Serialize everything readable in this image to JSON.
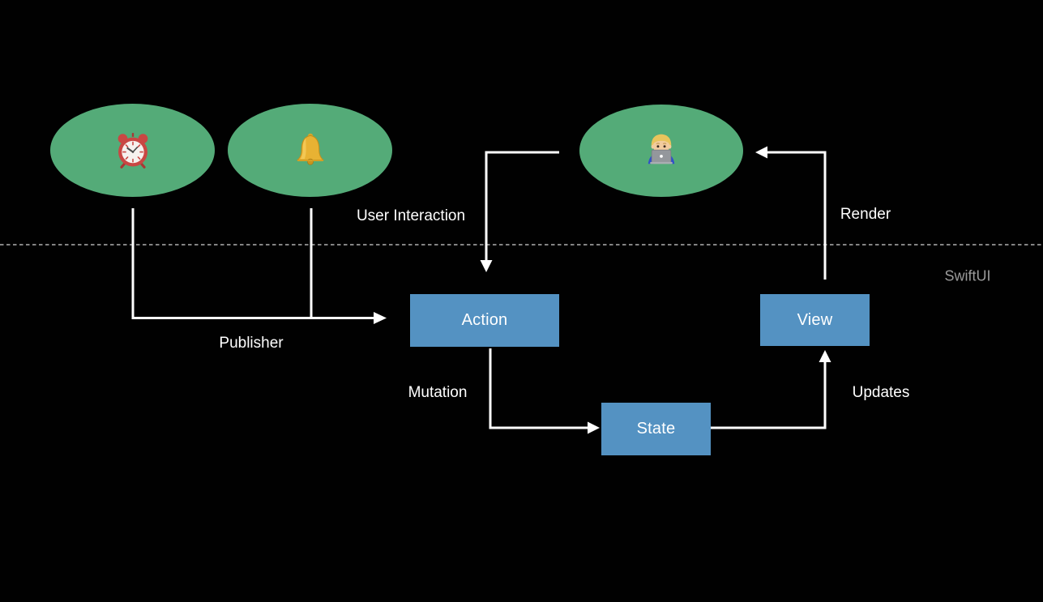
{
  "diagram": {
    "framework_label": "SwiftUI",
    "sources": [
      {
        "id": "timer",
        "icon": "alarm-clock-emoji"
      },
      {
        "id": "notification",
        "icon": "bell-emoji"
      },
      {
        "id": "user",
        "icon": "technologist-emoji"
      }
    ],
    "boxes": {
      "action": {
        "label": "Action"
      },
      "state": {
        "label": "State"
      },
      "view": {
        "label": "View"
      }
    },
    "edges": {
      "publisher": {
        "label": "Publisher"
      },
      "user_interaction": {
        "label": "User Interaction"
      },
      "mutation": {
        "label": "Mutation"
      },
      "updates": {
        "label": "Updates"
      },
      "render": {
        "label": "Render"
      }
    },
    "colors": {
      "background": "#010101",
      "ellipse_green": "#54ab78",
      "box_blue": "#5492c2",
      "arrow_white": "#ffffff",
      "divider_grey": "#cfcfcf",
      "framework_grey": "#9b9b9b"
    }
  }
}
